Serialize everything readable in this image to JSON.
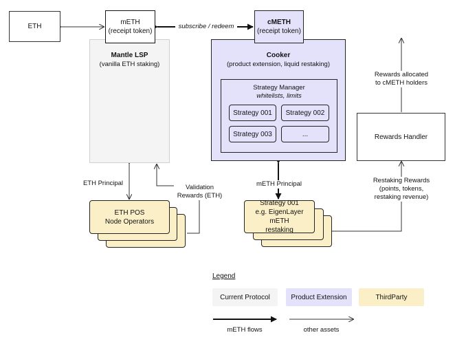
{
  "nodes": {
    "eth": {
      "label": "ETH"
    },
    "meth": {
      "line1": "mETH",
      "line2": "(receipt token)"
    },
    "cmeth": {
      "line1": "cMETH",
      "line2": "(receipt token)"
    },
    "mantle_lsp": {
      "title": "Mantle LSP",
      "subtitle": "(vanilla ETH staking)"
    },
    "cooker": {
      "title": "Cooker",
      "subtitle": "(product extension, liquid restaking)"
    },
    "strategy_manager": {
      "title": "Strategy Manager",
      "subtitle": "whitelists, limits"
    },
    "strategies": [
      "Strategy 001",
      "Strategy 002",
      "Strategy 003",
      "..."
    ],
    "rewards_handler": {
      "label": "Rewards Handler"
    },
    "node_operators": {
      "line1": "ETH POS",
      "line2": "Node Operators"
    },
    "strategy_third": {
      "line1": "Strategy 001",
      "line2": "e.g. EigenLayer mETH",
      "line3": "restaking"
    }
  },
  "edges": {
    "subscribe_redeem": "subscribe / redeem",
    "eth_principal": "ETH Principal",
    "validation_rewards": {
      "line1": "Validation",
      "line2": "Rewards (ETH)"
    },
    "meth_principal": "mETH Principal",
    "restaking_rewards": {
      "line1": "Restaking Rewards",
      "line2": "(points, tokens,",
      "line3": "restaking revenue)"
    },
    "rewards_allocated": {
      "line1": "Rewards allocated",
      "line2": "to cMETH holders"
    }
  },
  "legend": {
    "title": "Legend",
    "current_protocol": "Current Protocol",
    "product_extension": "Product Extension",
    "third_party": "ThirdParty",
    "meth_flows": "mETH flows",
    "other_assets": "other assets"
  },
  "colors": {
    "current_protocol": "#f4f4f4",
    "product_extension": "#e4e1fb",
    "third_party": "#fbefc8"
  }
}
